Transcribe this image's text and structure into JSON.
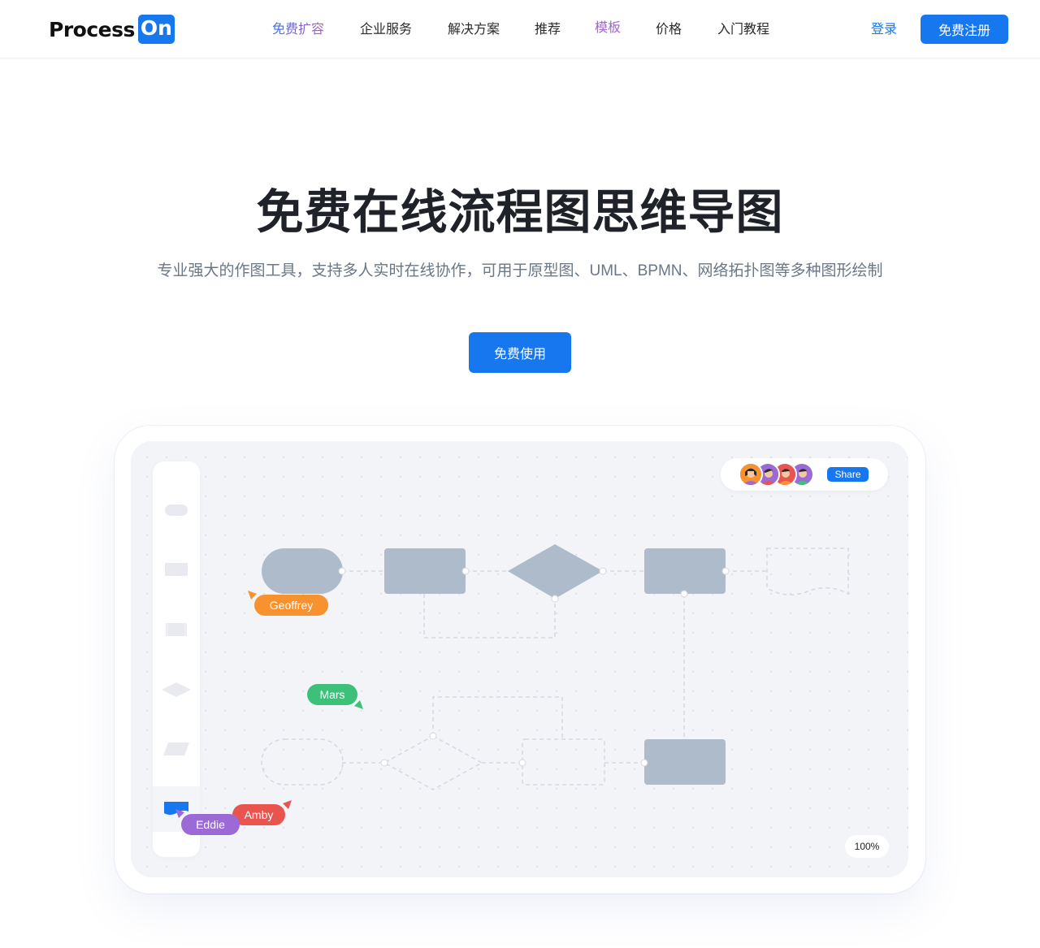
{
  "header": {
    "logo": {
      "text": "Process",
      "badge": "On"
    },
    "nav": [
      {
        "label": "免费扩容",
        "style": "gradient"
      },
      {
        "label": "企业服务"
      },
      {
        "label": "解决方案"
      },
      {
        "label": "推荐"
      },
      {
        "label": "模板",
        "style": "purple"
      },
      {
        "label": "价格"
      },
      {
        "label": "入门教程"
      }
    ],
    "login_label": "登录",
    "register_label": "免费注册"
  },
  "hero": {
    "title": "免费在线流程图思维导图",
    "subtitle": "专业强大的作图工具，支持多人实时在线协作，可用于原型图、UML、BPMN、网络拓扑图等多种图形绘制",
    "cta_label": "免费使用"
  },
  "editor_preview": {
    "toolbar_shapes": [
      "terminator",
      "rectangle",
      "subprocess",
      "diamond",
      "parallelogram",
      "document"
    ],
    "share_label": "Share",
    "zoom_level": "100%",
    "collaborators": [
      {
        "name": "Geoffrey",
        "color": "#f7922e"
      },
      {
        "name": "Mars",
        "color": "#3cc07a"
      },
      {
        "name": "Amby",
        "color": "#e9544f"
      },
      {
        "name": "Eddie",
        "color": "#9b6ad6"
      }
    ],
    "colors": {
      "brand": "#1677ee",
      "shape_fill": "#adbbcb",
      "canvas_bg": "#f2f4f8"
    }
  }
}
